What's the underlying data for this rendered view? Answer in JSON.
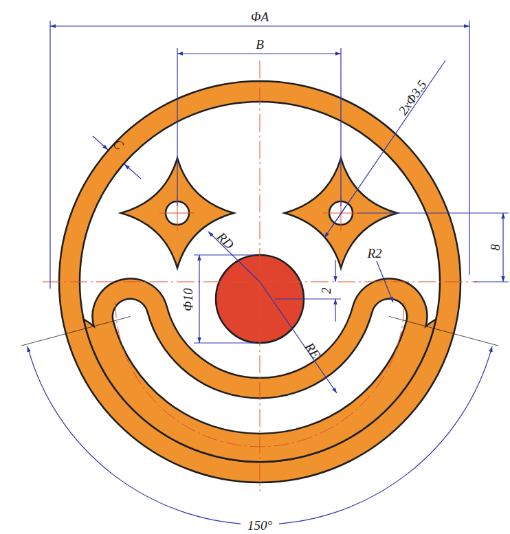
{
  "diagram": {
    "labels": [
      "ΦA",
      "B",
      "C",
      "2xΦ3.5",
      "8",
      "RD",
      "R2",
      "Φ10",
      "2",
      "RE",
      "150°"
    ]
  }
}
